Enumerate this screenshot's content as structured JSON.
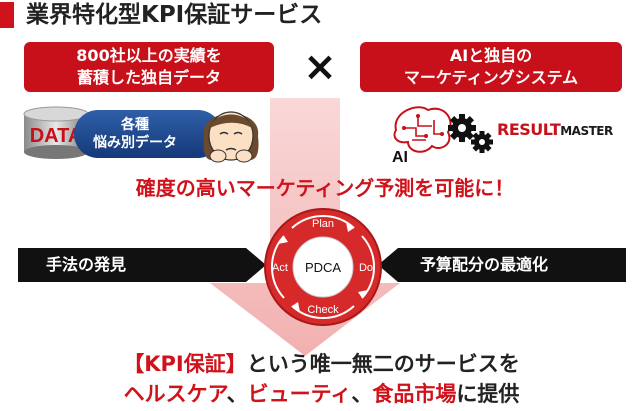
{
  "title": "業界特化型KPI保証サービス",
  "box_left": {
    "line1": "800社以上の実績を",
    "line2": "蓄積した独自データ"
  },
  "box_right": {
    "line1": "AIと独自の",
    "line2": "マーケティングシステム"
  },
  "cross_symbol": "×",
  "data_label": "DATA",
  "oval": {
    "line1": "各種",
    "line2": "悩み別データ"
  },
  "ai_label": "AI",
  "logo": {
    "result": "RESULT",
    "master": "MASTER"
  },
  "banner": "確度の高いマーケティング予測を可能に！",
  "left_bar": "手法の発見",
  "right_bar": "予算配分の最適化",
  "pdca": {
    "center": "PDCA",
    "plan": "Plan",
    "do": "Do",
    "check": "Check",
    "act": "Act"
  },
  "bottom": {
    "l1_red": "【KPI保証】",
    "l1_rest": "という唯一無二のサービスを",
    "l2_a": "ヘルスケア",
    "l2_sep1": "、",
    "l2_b": "ビューティ",
    "l2_sep2": "、",
    "l2_c": "食品市場",
    "l2_rest": "に提供"
  },
  "colors": {
    "red": "#c8101a",
    "pink": "#f6c6c6",
    "navy": "#1f4a8e",
    "black": "#111111"
  }
}
